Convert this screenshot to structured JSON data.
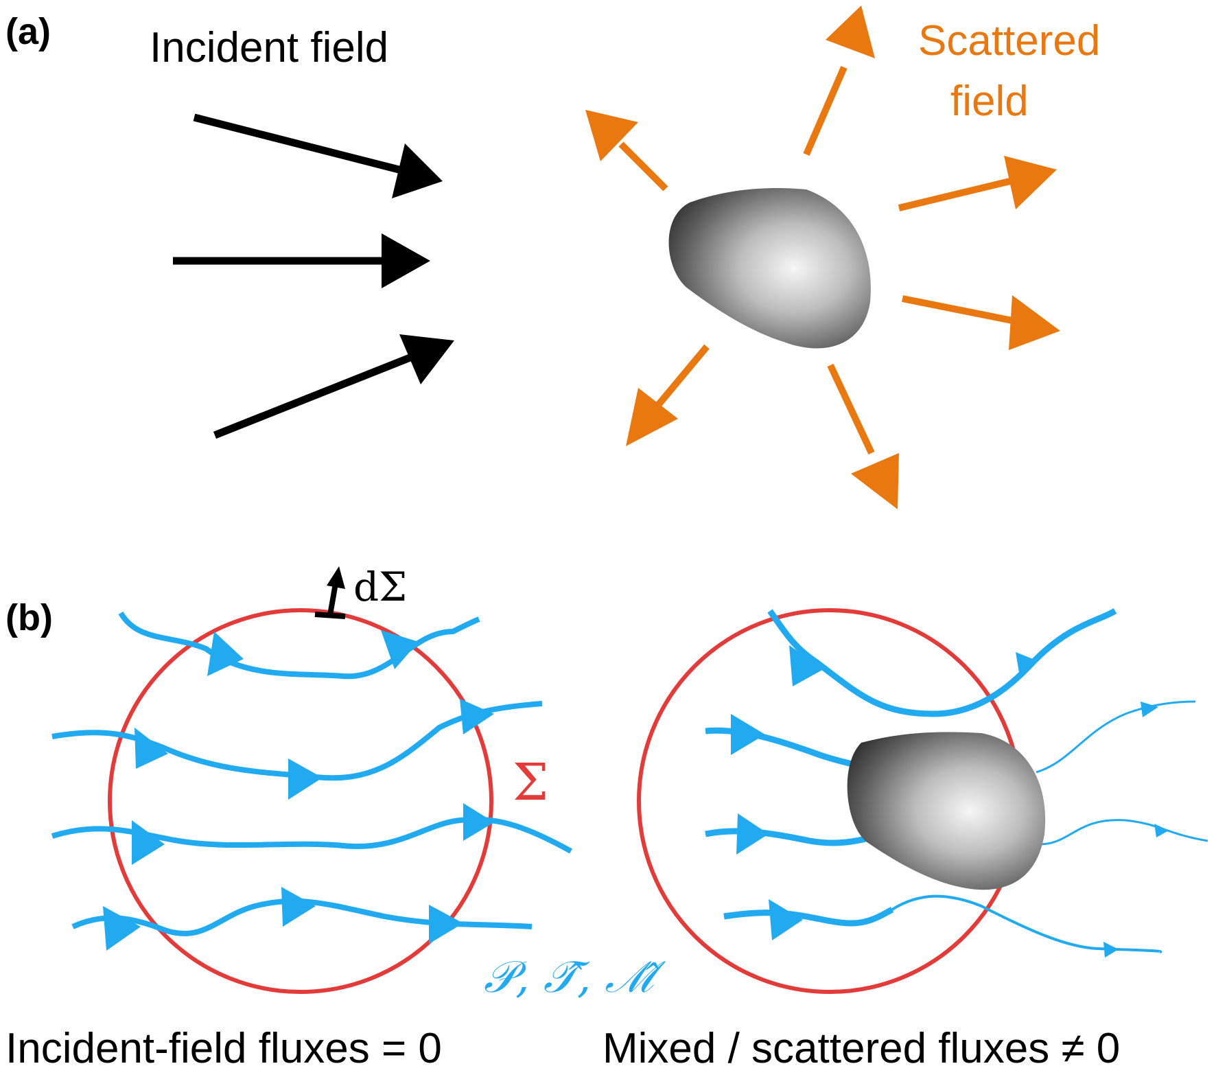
{
  "panel_a": {
    "label": "(a)",
    "incident_label": "Incident field",
    "scattered_label_line1": "Scattered",
    "scattered_label_line2": "field"
  },
  "panel_b": {
    "label": "(b)",
    "surface_element_label": "dΣ",
    "surface_label": "Σ",
    "flux_label": "𝒫, 𝒯̂, ℳ̂",
    "caption_left": "Incident-field fluxes = 0",
    "caption_right": "Mixed / scattered fluxes ≠ 0"
  },
  "colors": {
    "incident": "#000000",
    "scattered": "#e8780f",
    "flux_lines": "#22aaf0",
    "surface": "#e33a3a",
    "particle_light": "#f2f2f2",
    "particle_dark": "#1a1a1a"
  }
}
